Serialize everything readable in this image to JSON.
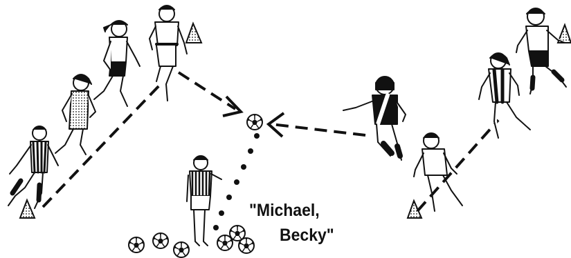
{
  "callout": {
    "line1": "\"Michael,",
    "line2": "Becky\""
  },
  "colors": {
    "ink": "#111111",
    "cone_fill": "#c9c9c9",
    "background": "#ffffff"
  },
  "icons": {
    "cone": "triangle-cone-icon",
    "ball": "soccer-ball-icon"
  },
  "figures": [
    {
      "id": "player-left-1",
      "jersey": "striped"
    },
    {
      "id": "player-left-2",
      "jersey": "dotted"
    },
    {
      "id": "player-left-3",
      "jersey": "plain"
    },
    {
      "id": "player-left-4",
      "jersey": "plain"
    },
    {
      "id": "referee",
      "jersey": "striped"
    },
    {
      "id": "player-right-1",
      "jersey": "striped"
    },
    {
      "id": "player-right-2",
      "jersey": "plain"
    },
    {
      "id": "player-right-3",
      "jersey": "striped"
    },
    {
      "id": "player-right-4",
      "jersey": "plain"
    }
  ]
}
